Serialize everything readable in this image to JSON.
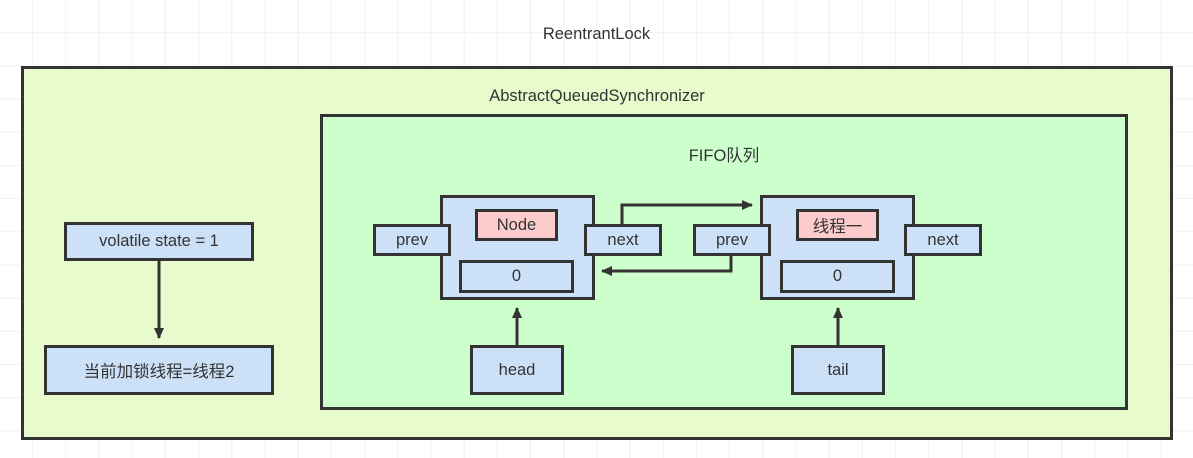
{
  "diagram": {
    "outer_title": "ReentrantLock",
    "aqs_title": "AbstractQueuedSynchronizer",
    "fifo_title": "FIFO队列",
    "colors": {
      "outer_fill": "#e7fbcd",
      "fifo_fill": "#ccffcc",
      "box_blue": "#cce0f8",
      "box_pink": "#fccccc",
      "stroke": "#333333",
      "canvas_grid": "#f0f0f0"
    }
  },
  "state": {
    "volatile_state_label": "volatile state = 1",
    "current_thread_label": "当前加锁线程=线程2"
  },
  "nodes": [
    {
      "name": "head-node",
      "title": "Node",
      "wait_status": "0",
      "prev_label": "prev",
      "next_label": "next",
      "pointer_label": "head"
    },
    {
      "name": "tail-node",
      "title": "线程一",
      "wait_status": "0",
      "prev_label": "prev",
      "next_label": "next",
      "pointer_label": "tail"
    }
  ]
}
